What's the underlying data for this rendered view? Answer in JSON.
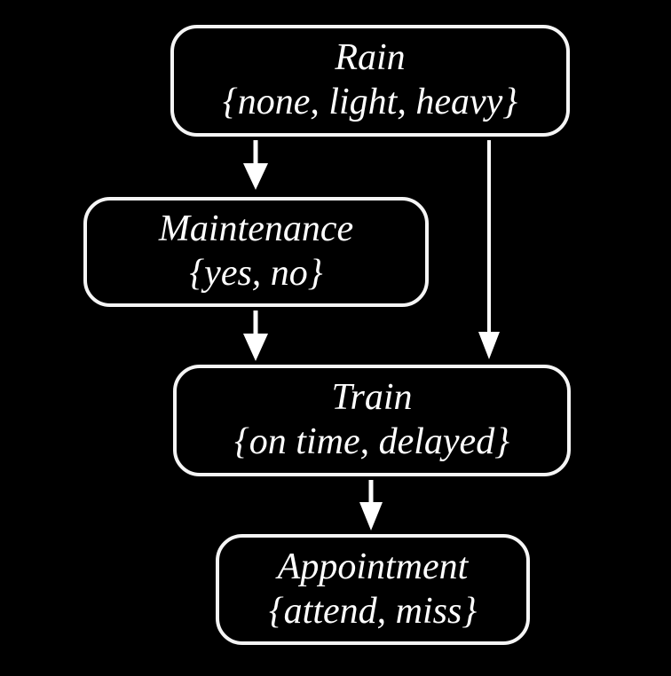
{
  "diagram": {
    "type": "bayesian-network",
    "background_color": "#000000",
    "node_border_color": "#f5f5f5",
    "text_color": "#ffffff",
    "arrow_color": "#ffffff",
    "nodes": [
      {
        "id": "rain",
        "name": "Rain",
        "domain": "{none, light, heavy}"
      },
      {
        "id": "maintenance",
        "name": "Maintenance",
        "domain": "{yes, no}"
      },
      {
        "id": "train",
        "name": "Train",
        "domain": "{on time, delayed}"
      },
      {
        "id": "appointment",
        "name": "Appointment",
        "domain": "{attend, miss}"
      }
    ],
    "edges": [
      {
        "from": "rain",
        "to": "maintenance"
      },
      {
        "from": "rain",
        "to": "train"
      },
      {
        "from": "maintenance",
        "to": "train"
      },
      {
        "from": "train",
        "to": "appointment"
      }
    ]
  }
}
